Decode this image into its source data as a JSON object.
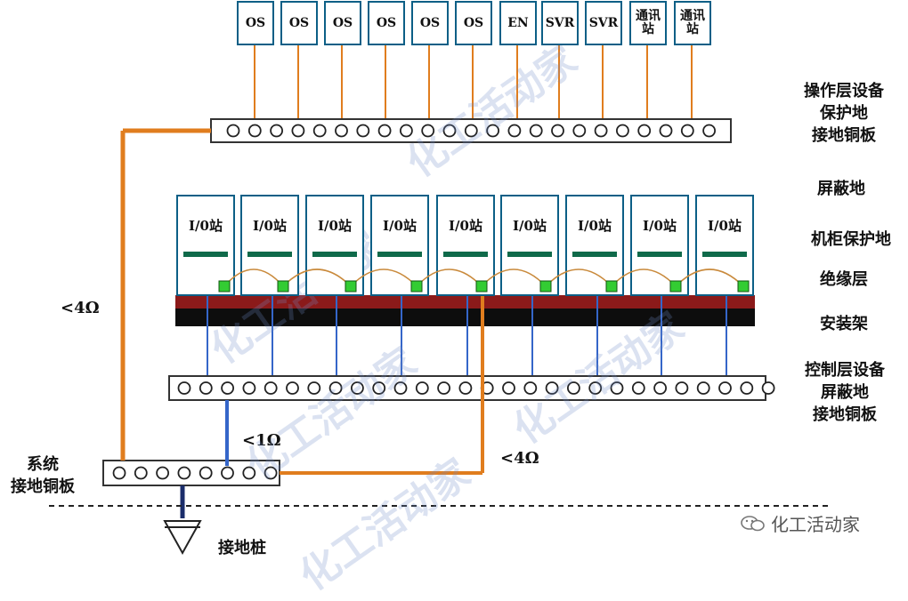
{
  "top_devices": [
    "OS",
    "OS",
    "OS",
    "OS",
    "OS",
    "OS",
    "EN",
    "SVR",
    "SVR",
    "通讯\n站",
    "通讯\n站"
  ],
  "cabinets": [
    "I/0站",
    "I/0站",
    "I/0站",
    "I/0站",
    "I/0站",
    "I/0站",
    "I/0站",
    "I/0站",
    "I/0站"
  ],
  "labels": {
    "op_plate": "操作层设备\n保护地\n接地铜板",
    "shield_ground": "屏蔽地",
    "cabinet_ground": "机柜保护地",
    "insulation": "绝缘层",
    "mount_rack": "安装架",
    "ctrl_plate": "控制层设备\n屏蔽地\n接地铜板",
    "sys_plate": "系统\n接地铜板",
    "ground_pile": "接地桩"
  },
  "resistances": {
    "left": "<4Ω",
    "middle": "<1Ω",
    "right": "<4Ω"
  },
  "watermark": "化工活动家",
  "brand": "化工活动家",
  "colors": {
    "box_border": "#0c5f86",
    "orange_wire": "#e07d1e",
    "blue_wire": "#3566c9",
    "insulation_red": "#8b1a1a",
    "rack_black": "#0d0d0d",
    "led_green": "#33cc33",
    "slot_bar": "#0f6a4a"
  }
}
